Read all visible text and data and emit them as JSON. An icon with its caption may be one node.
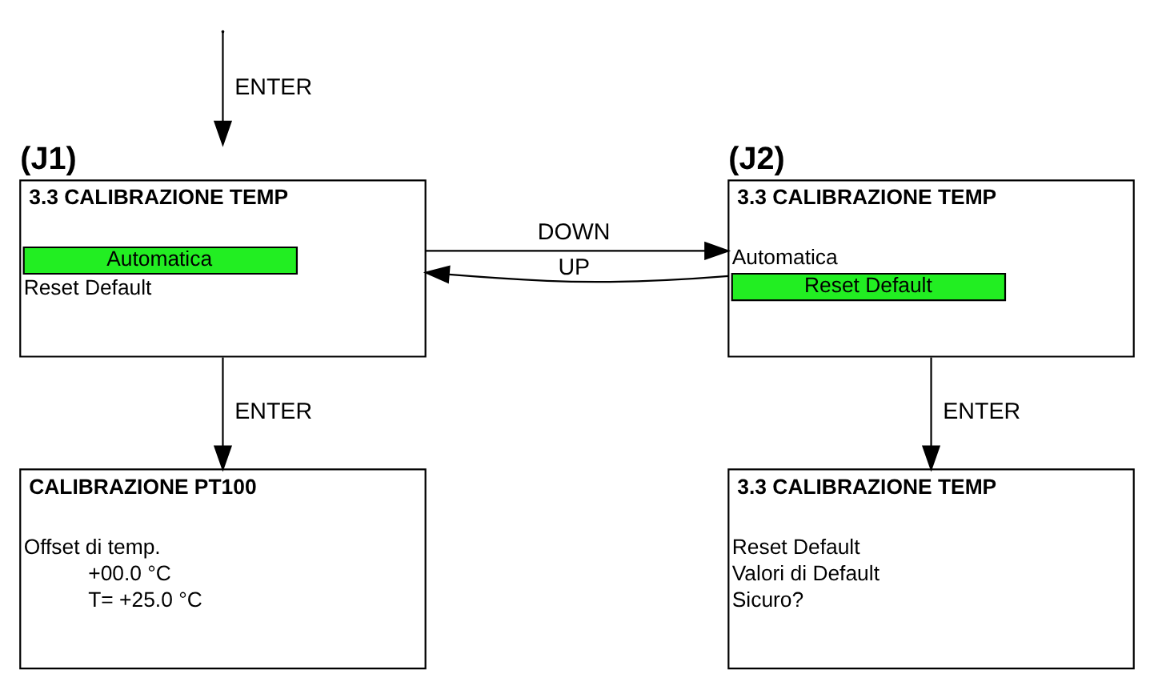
{
  "diagram": {
    "nodes": [
      {
        "text": [
          "(J1)",
          "3.3 CALIBRAZIONE TEMP",
          "Automatica",
          "Reset Default"
        ]
      },
      {
        "text": [
          "(J2)",
          "3.3 CALIBRAZIONE TEMP",
          "Automatica",
          "Reset Default"
        ]
      },
      {
        "text": [
          "CALIBRAZIONE PT100",
          "Offset di temp.",
          "+00.0 °C",
          "T= +25.0 °C"
        ]
      },
      {
        "text": [
          "3.3 CALIBRAZIONE TEMP",
          "Reset Default",
          "Valori di Default",
          "Sicuro?"
        ]
      }
    ],
    "edges": [
      {
        "from": null,
        "to": 0,
        "arrow": "to",
        "label": "ENTER"
      },
      {
        "from": 1,
        "to": 0,
        "arrow": "to",
        "label": "UP"
      },
      {
        "from": 0,
        "to": 1,
        "arrow": "to",
        "label": "DOWN"
      },
      {
        "from": 0,
        "to": 2,
        "arrow": "to",
        "label": "ENTER"
      },
      {
        "from": 1,
        "to": 3,
        "arrow": "to",
        "label": "ENTER"
      }
    ]
  }
}
